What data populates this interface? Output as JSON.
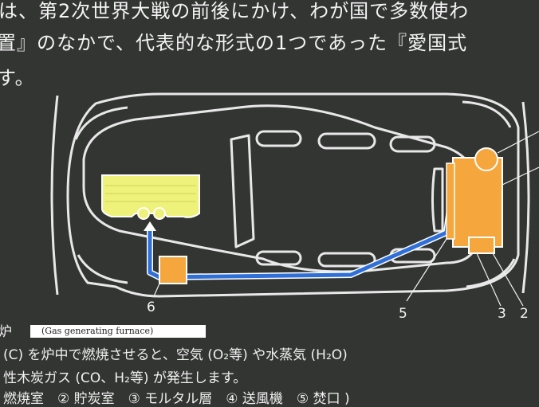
{
  "header": {
    "line1": "は、第2次世界大戦の前後にかけ、わが国で多数使わ",
    "line2": "置』のなかで、代表的な形式の1つであった『愛国式",
    "line3": "す。"
  },
  "labels": {
    "n6": "6",
    "n5": "5",
    "n3": "3",
    "n2": "2"
  },
  "legend": {
    "title": "炉",
    "english": "(Gas generating furnace)"
  },
  "body": {
    "line1": "(C) を炉中で燃焼させると、空気 (O₂等) や水蒸気 (H₂O)",
    "line2": "性木炭ガス (CO、H₂等) が発生します。",
    "line3": "燃焼室　② 貯炭室　③ モルタル層　④ 送風機　⑤ 焚口 )"
  },
  "colors": {
    "background": "#333533",
    "outline": "#e8e8e8",
    "engine": "#eef27a",
    "component": "#f5a63c",
    "pipe": "#2f6fd8"
  }
}
